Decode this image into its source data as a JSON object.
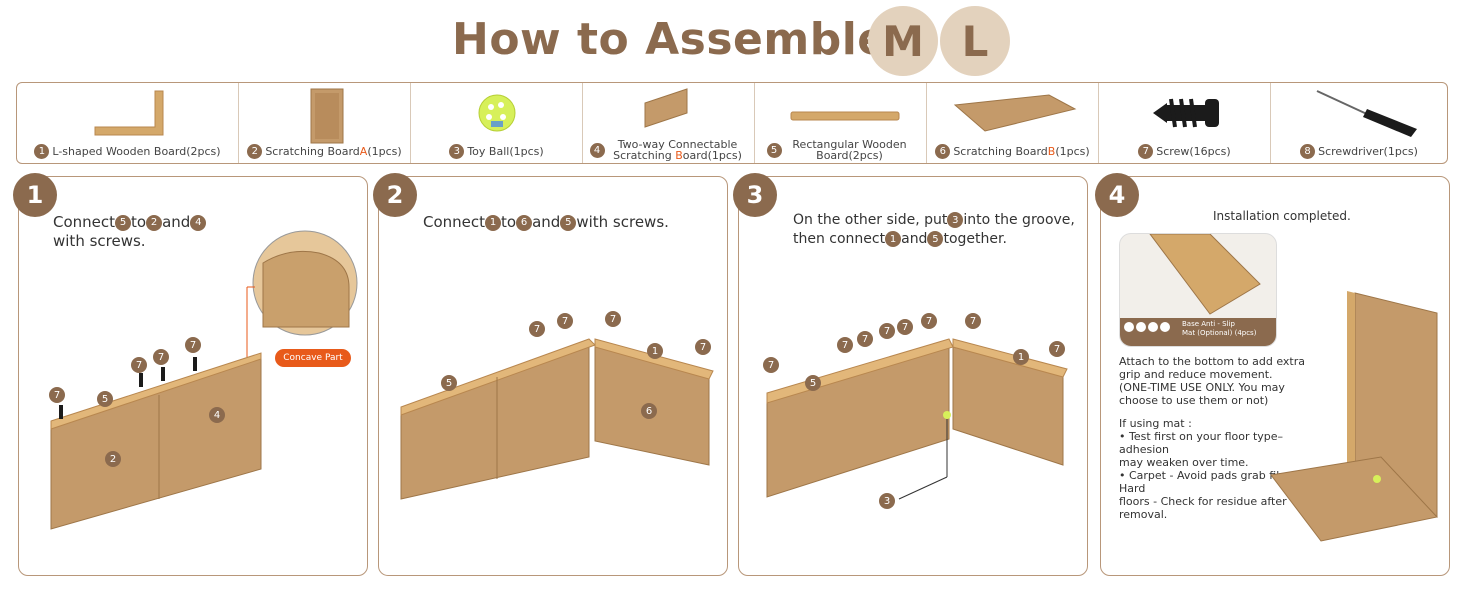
{
  "header": {
    "title": "How to Assemble",
    "sizes": [
      "M",
      "L"
    ]
  },
  "parts": [
    {
      "num": "1",
      "label_pre": "L-shaped Wooden Board(2pcs)"
    },
    {
      "num": "2",
      "label_pre": "Scratching Board ",
      "label_accent": "A",
      "label_post": "(1pcs)"
    },
    {
      "num": "3",
      "label_pre": "Toy Ball(1pcs)"
    },
    {
      "num": "4",
      "label_pre": "Two-way Connectable Scratching ",
      "label_accent": "B",
      "label_post": "oard(1pcs)"
    },
    {
      "num": "5",
      "label_pre": "Rectangular Wooden Board(2pcs)"
    },
    {
      "num": "6",
      "label_pre": "Scratching Board ",
      "label_accent": "B",
      "label_post": "(1pcs)"
    },
    {
      "num": "7",
      "label_pre": "Screw(16pcs)"
    },
    {
      "num": "8",
      "label_pre": "Screwdriver(1pcs)"
    }
  ],
  "steps": [
    {
      "num": "1",
      "text_a": "Connect",
      "n1": "5",
      "text_b": "to",
      "n2": "2",
      "text_c": "and",
      "n3": "4",
      "text_d": "with screws.",
      "concave_label": "Concave Part"
    },
    {
      "num": "2",
      "text_a": "Connect",
      "n1": "1",
      "text_b": "to",
      "n2": "6",
      "text_c": "and",
      "n3": "5",
      "text_d": "with screws."
    },
    {
      "num": "3",
      "text_a": "On the other side, put",
      "n1": "3",
      "text_b": "into the groove,",
      "text_c": "then connect",
      "n2": "1",
      "text_d": "and",
      "n3": "5",
      "text_e": "together."
    },
    {
      "num": "4",
      "title": "Installation completed.",
      "mat_label_1": "Base Anti - Slip",
      "mat_label_2": "Mat (Optional) (4pcs)",
      "desc_1": "Attach to the bottom to add extra",
      "desc_2": "grip and reduce movement.",
      "desc_3": "(ONE-TIME USE ONLY. You may",
      "desc_4": "choose to use them or not)",
      "if_using": "If using mat :",
      "bullet_1a": "• Test first on your floor type– adhesion",
      "bullet_1b": "may weaken over time.",
      "bullet_2a": "• Carpet - Avoid pads grab fibers; Hard",
      "bullet_2b": "floors - Check for residue after removal."
    }
  ],
  "colors": {
    "brand": "#8b6a4e",
    "badge_bg": "#e3d2bd",
    "accent_orange": "#e85a1a",
    "border": "#b8977a"
  }
}
